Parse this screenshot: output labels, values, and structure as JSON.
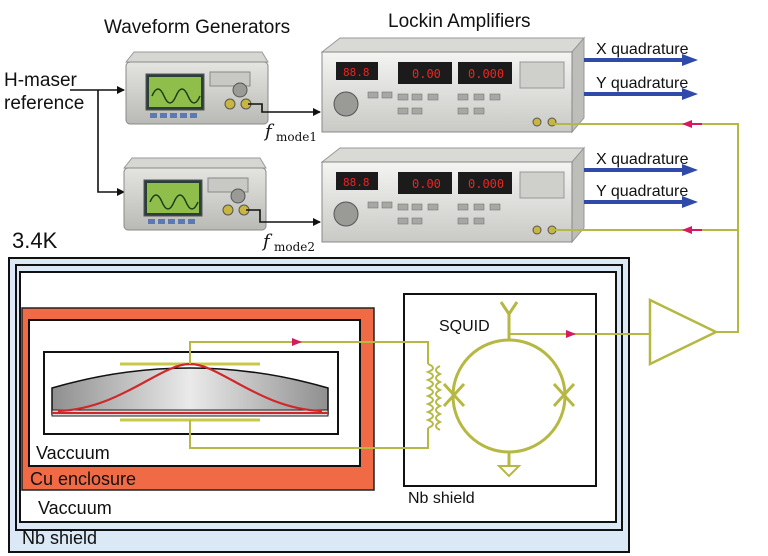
{
  "titles": {
    "generators": "Waveform Generators",
    "lockins": "Lockin Amplifiers"
  },
  "reference": {
    "line1": "H-maser",
    "line2": "reference"
  },
  "freq_labels": [
    {
      "sym": "f",
      "sub": "mode1"
    },
    {
      "sym": "f",
      "sub": "mode2"
    }
  ],
  "outputs": {
    "lockin1": [
      "X quadrature",
      "Y quadrature"
    ],
    "lockin2": [
      "X quadrature",
      "Y quadrature"
    ]
  },
  "temperature": "3.4K",
  "labels": {
    "squid": "SQUID",
    "nb_shield_inner": "Nb shield",
    "nb_shield_outer": "Nb shield",
    "vaccuum_inner": "Vaccuum",
    "vaccuum_outer": "Vaccuum",
    "cu_enclosure": "Cu enclosure"
  },
  "colors": {
    "signal_line": "#b5b842",
    "arrow_blue": "#2f4aa8",
    "arrow_red": "#d8185f",
    "cu": "#f06a45",
    "shield_fill": "#dbe8f5",
    "cavity_curve": "#d0282a"
  }
}
